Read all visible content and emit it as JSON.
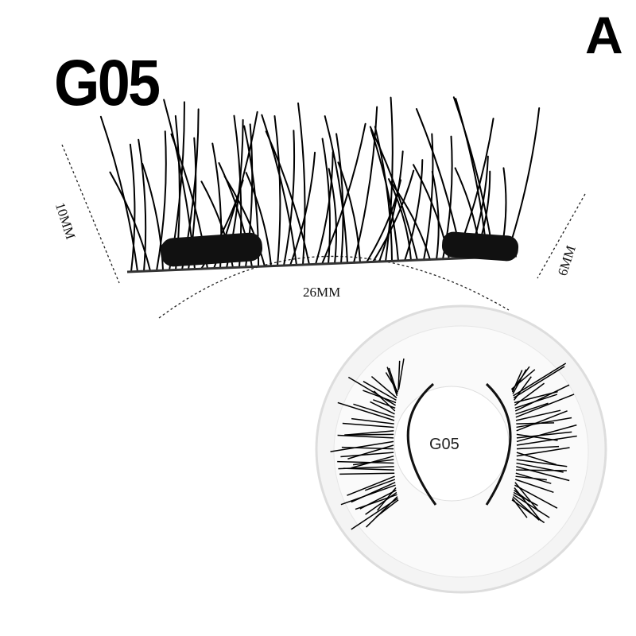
{
  "model_title": "G05",
  "variant_letter": "A",
  "dimensions": {
    "height_left": "10MM",
    "width": "26MM",
    "height_right": "6MM"
  },
  "tray_label": "G05"
}
